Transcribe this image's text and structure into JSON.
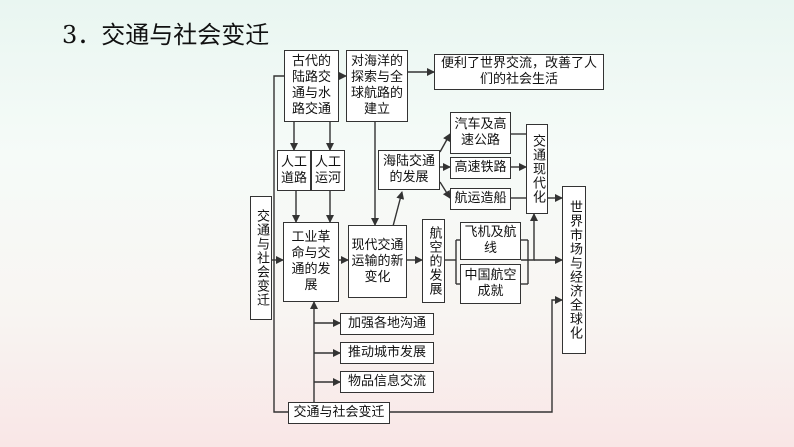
{
  "title": "3．交通与社会变迁",
  "diagram": {
    "nodes": {
      "ancient": "古代的陆路交通与水路交通",
      "ocean": "对海洋的探索与全球航路的建立",
      "convenience": "便利了世界交流，改善了人们的社会生活",
      "artificial_road": "人工道路",
      "canal": "人工运河",
      "sea_land": "海陆交通的发展",
      "car": "汽车及高速公路",
      "railway": "高速铁路",
      "ship": "航运造船",
      "modernize": "交通现代化",
      "left_vertical": "交通与社会变迁",
      "industrial": "工业革命与交通的发展",
      "modern": "现代交通运输的新变化",
      "aviation": "航空的发展",
      "plane": "飞机及航线",
      "china_aviation": "中国航空成就",
      "world_market": "世界市场与经济全球化",
      "strengthen": "加强各地沟通",
      "promote_city": "推动城市发展",
      "goods_info": "物品信息交流",
      "bottom": "交通与社会变迁"
    }
  }
}
